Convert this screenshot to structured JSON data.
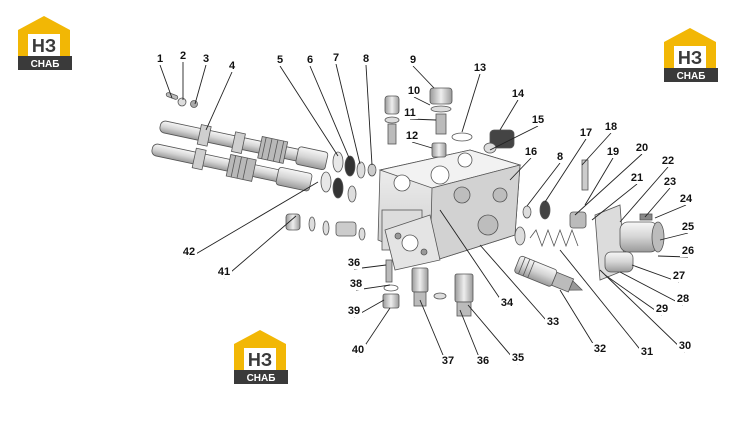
{
  "logos": [
    {
      "letters": "НЗ",
      "word": "СНАБ"
    },
    {
      "letters": "НЗ",
      "word": "СНАБ"
    },
    {
      "letters": "НЗ",
      "word": "СНАБ"
    }
  ],
  "colors": {
    "logo_yellow": "#f2b705",
    "logo_dark": "#3a3a3a",
    "part_light": "#e6e6e6",
    "part_mid": "#c4c4c4",
    "part_dark": "#8a8a8a",
    "seal_dark": "#333333"
  },
  "labels": [
    "1",
    "2",
    "3",
    "4",
    "5",
    "6",
    "7",
    "8",
    "9",
    "10",
    "11",
    "12",
    "13",
    "14",
    "15",
    "16",
    "8",
    "17",
    "18",
    "19",
    "20",
    "21",
    "22",
    "23",
    "24",
    "25",
    "26",
    "27",
    "28",
    "29",
    "30",
    "31",
    "32",
    "33",
    "34",
    "35",
    "36",
    "37",
    "36",
    "38",
    "39",
    "40",
    "41",
    "42"
  ]
}
